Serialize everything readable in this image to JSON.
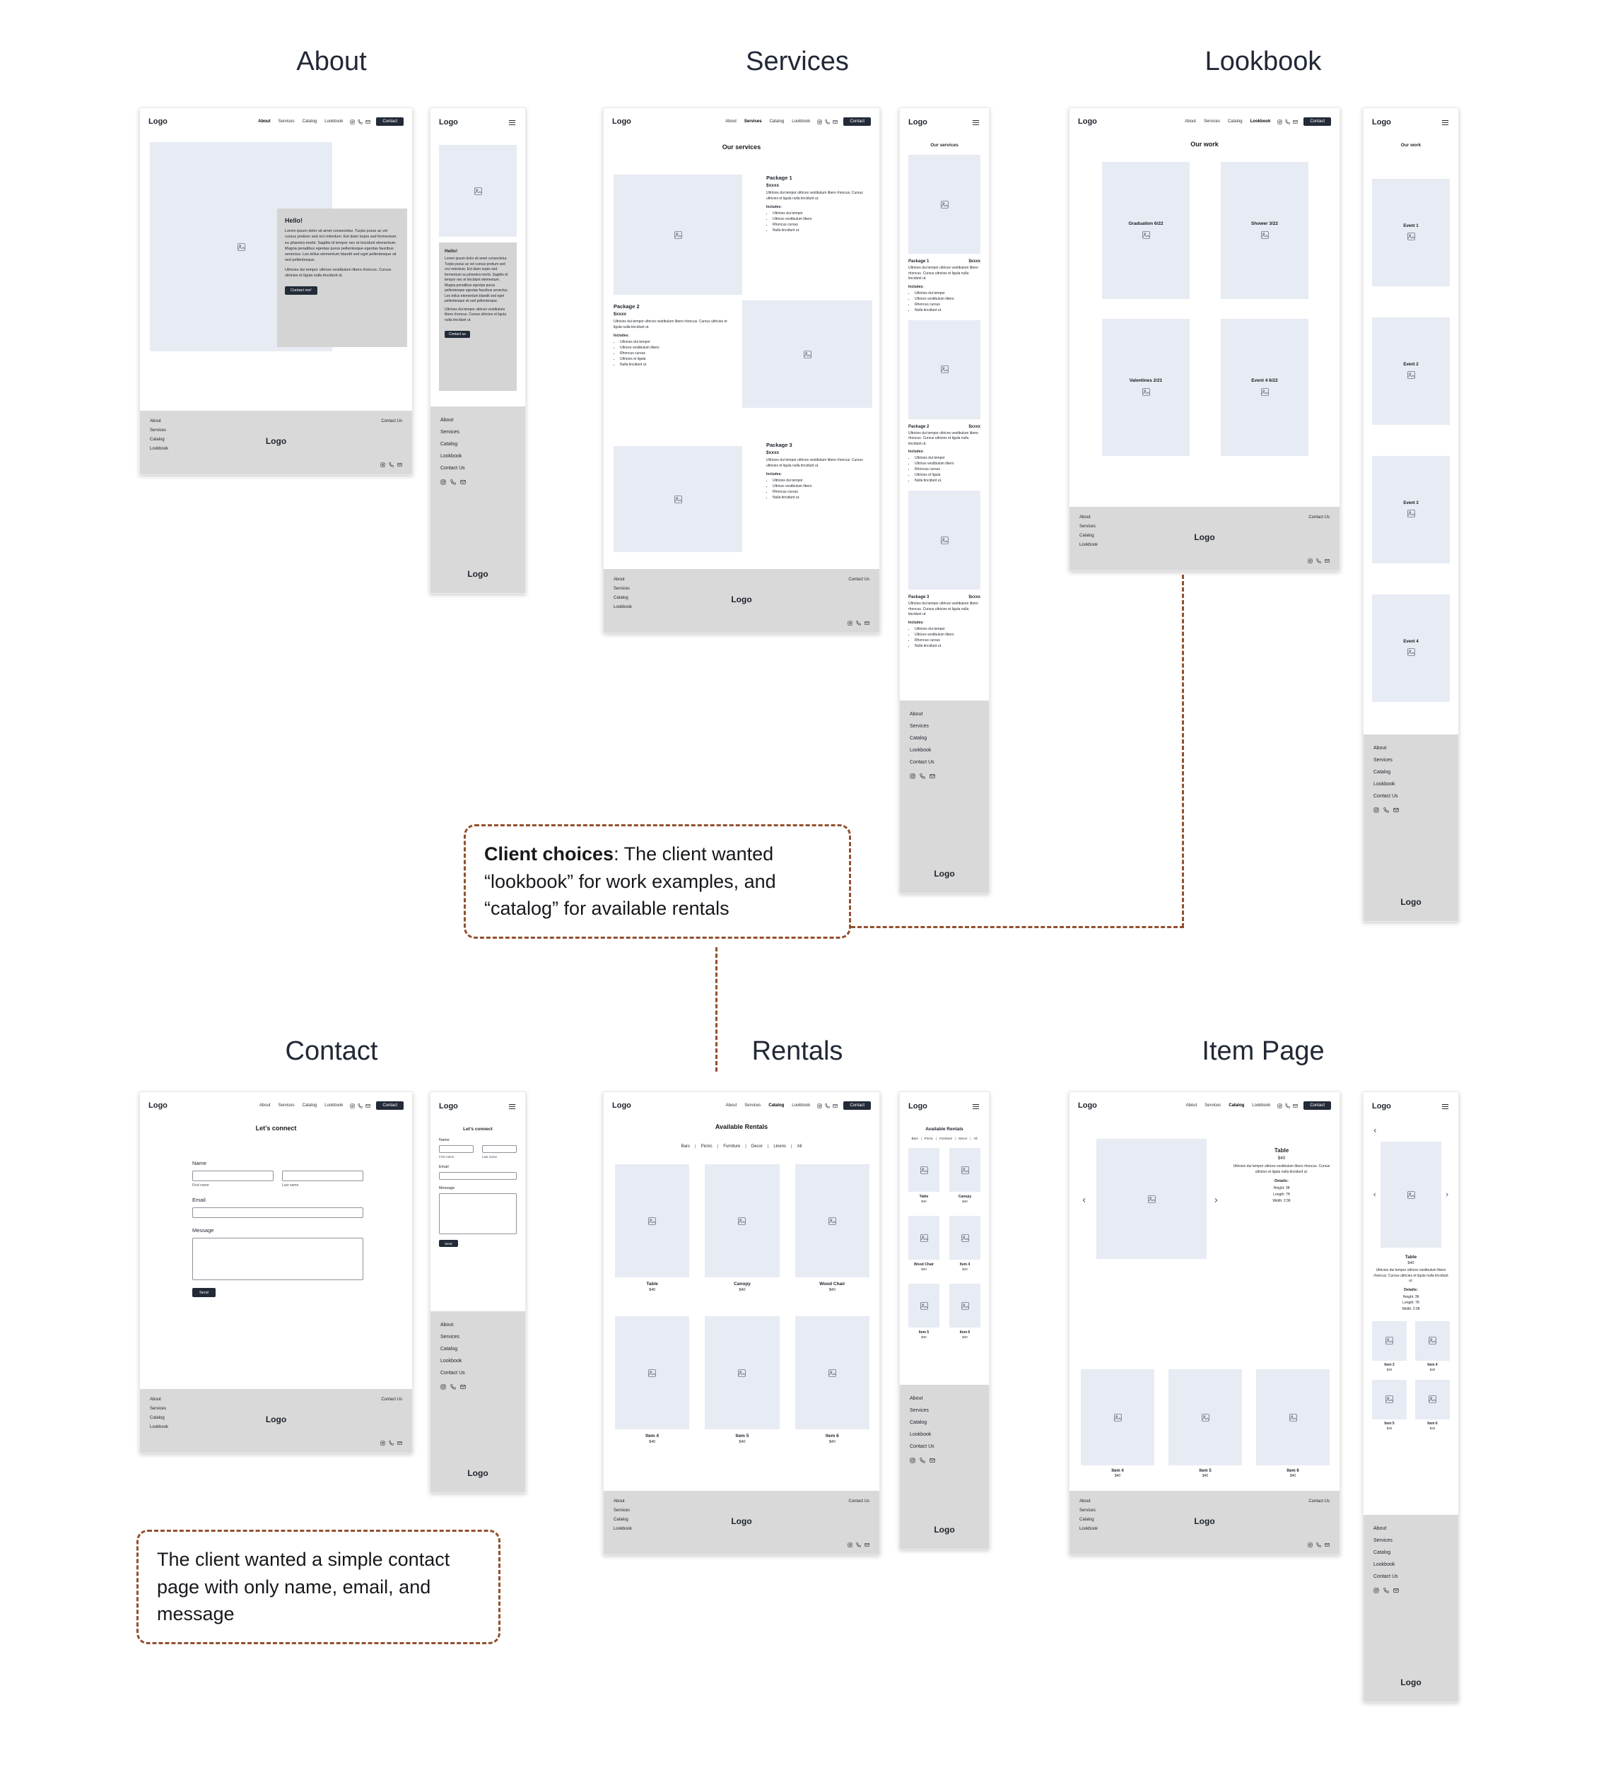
{
  "sections": [
    {
      "id": "about",
      "title": "About"
    },
    {
      "id": "services",
      "title": "Services"
    },
    {
      "id": "lookbook",
      "title": "Lookbook"
    },
    {
      "id": "contact",
      "title": "Contact"
    },
    {
      "id": "rentals",
      "title": "Rentals"
    },
    {
      "id": "item_page",
      "title": "Item Page"
    }
  ],
  "nav": {
    "logo": "Logo",
    "items": [
      "About",
      "Services",
      "Catalog",
      "Lookbook"
    ],
    "contact": "Contact"
  },
  "footer": {
    "links": [
      "About",
      "Services",
      "Catalog",
      "Lookbook"
    ],
    "contact_us": "Contact Us",
    "logo": "Logo"
  },
  "mfooter": {
    "links": [
      "About",
      "Services",
      "Catalog",
      "Lookbook",
      "Contact Us"
    ],
    "logo": "Logo"
  },
  "about": {
    "hello": "Hello!",
    "body1": "Lorem ipsum dolor sit amet consectetur. Turpis purus ac vel cursus pretium sed orci interdum. Est diam turpis sed fermentum eu pharetra morbi. Sagittis id tempor nec et tincidunt elementum. Magna penatibus egestas purus pellentesque egestas faucibus senectus. Leo tellus elementum blandit sed eget pellentesque sit sed pellentesque.",
    "body2": "Ultricies dui tempor ultrices vestibulum libero rhoncus. Cursus ultricies et ligula nulla tincidunt ut.",
    "cta_desktop": "Contact me!",
    "cta_mobile": "Contact us"
  },
  "services": {
    "heading": "Our services",
    "includes": "Includes:",
    "packages": [
      {
        "name": "Package 1",
        "price": "$xxxx",
        "desc": "Ultricies dui tempor ultrices vestibulum libero rhoncus. Cursus ultricies et ligula nulla tincidunt ut.",
        "bullets": [
          "Ultricies dui tempor",
          "Ultrices vestibulum libero",
          "Rhoncus cursus",
          "Nulla tincidunt ut."
        ]
      },
      {
        "name": "Package 2",
        "price": "$xxxx",
        "desc": "Ultricies dui tempor ultrices vestibulum libero rhoncus. Cursus ultricies et ligula nulla tincidunt ut.",
        "bullets": [
          "Ultricies dui tempor",
          "Ultrices vestibulum libero",
          "Rhoncus cursus",
          "Ultricies et ligula",
          "Nulla tincidunt ut."
        ]
      },
      {
        "name": "Package 3",
        "price": "$xxxx",
        "desc": "Ultricies dui tempor ultrices vestibulum libero rhoncus. Cursus ultricies et ligula nulla tincidunt ut.",
        "bullets": [
          "Ultricies dui tempor",
          "Ultrices vestibulum libero",
          "Rhoncus cursus",
          "Nulla tincidunt ut."
        ]
      }
    ]
  },
  "lookbook": {
    "heading": "Our work",
    "desktop_items": [
      "Graduation 6/22",
      "Shower 3/22",
      "Valentines 2/21",
      "Event 4 6/22"
    ],
    "mobile_items": [
      "Event 1",
      "Event 2",
      "Event 3",
      "Event 4"
    ]
  },
  "contact": {
    "heading": "Let’s connect",
    "name_label": "Name",
    "first_name": "First name",
    "last_name": "Last name",
    "email_label": "Email",
    "message_label": "Message",
    "send": "Send"
  },
  "rentals": {
    "heading": "Available Rentals",
    "filters_desktop": [
      "Bars",
      "Picnic",
      "Furniture",
      "Decor",
      "Linens",
      "All"
    ],
    "filters_mobile": [
      "Bars",
      "Picnic",
      "Furniture",
      "Decor",
      "All"
    ],
    "items": [
      {
        "name": "Table",
        "price": "$40"
      },
      {
        "name": "Canopy",
        "price": "$40"
      },
      {
        "name": "Wood Chair",
        "price": "$40"
      },
      {
        "name": "Item 4",
        "price": "$40"
      },
      {
        "name": "Item 5",
        "price": "$40"
      },
      {
        "name": "Item 6",
        "price": "$40"
      }
    ]
  },
  "item_page": {
    "name": "Table",
    "price": "$40",
    "desc": "Ultricies dui tempor ultrices vestibulum libero rhoncus. Cursus ultricies et ligula nulla tincidunt ut.",
    "details_label": "Details:",
    "details": [
      "Height: 3ft",
      "Length: 7ft",
      "Width: 2.5ft"
    ],
    "related_desktop": [
      {
        "name": "Item 4",
        "price": "$40"
      },
      {
        "name": "Item 5",
        "price": "$40"
      },
      {
        "name": "Item 6",
        "price": "$40"
      }
    ],
    "related_mobile": [
      {
        "name": "Item 3",
        "price": "$40"
      },
      {
        "name": "Item 4",
        "price": "$40"
      },
      {
        "name": "Item 5",
        "price": "$40"
      },
      {
        "name": "Item 6",
        "price": "$40"
      }
    ]
  },
  "annotations": {
    "client_choices_bold": "Client choices",
    "client_choices_rest": ": The client wanted “lookbook” for work examples, and “catalog” for available rentals",
    "contact_note": "The client wanted a simple contact page with only name, email, and message"
  },
  "colors": {
    "annotation_brown": "#92502e",
    "dark_button": "#232b38",
    "image_placeholder": "#e7ebf3",
    "panel_gray": "#d9d9d9"
  }
}
